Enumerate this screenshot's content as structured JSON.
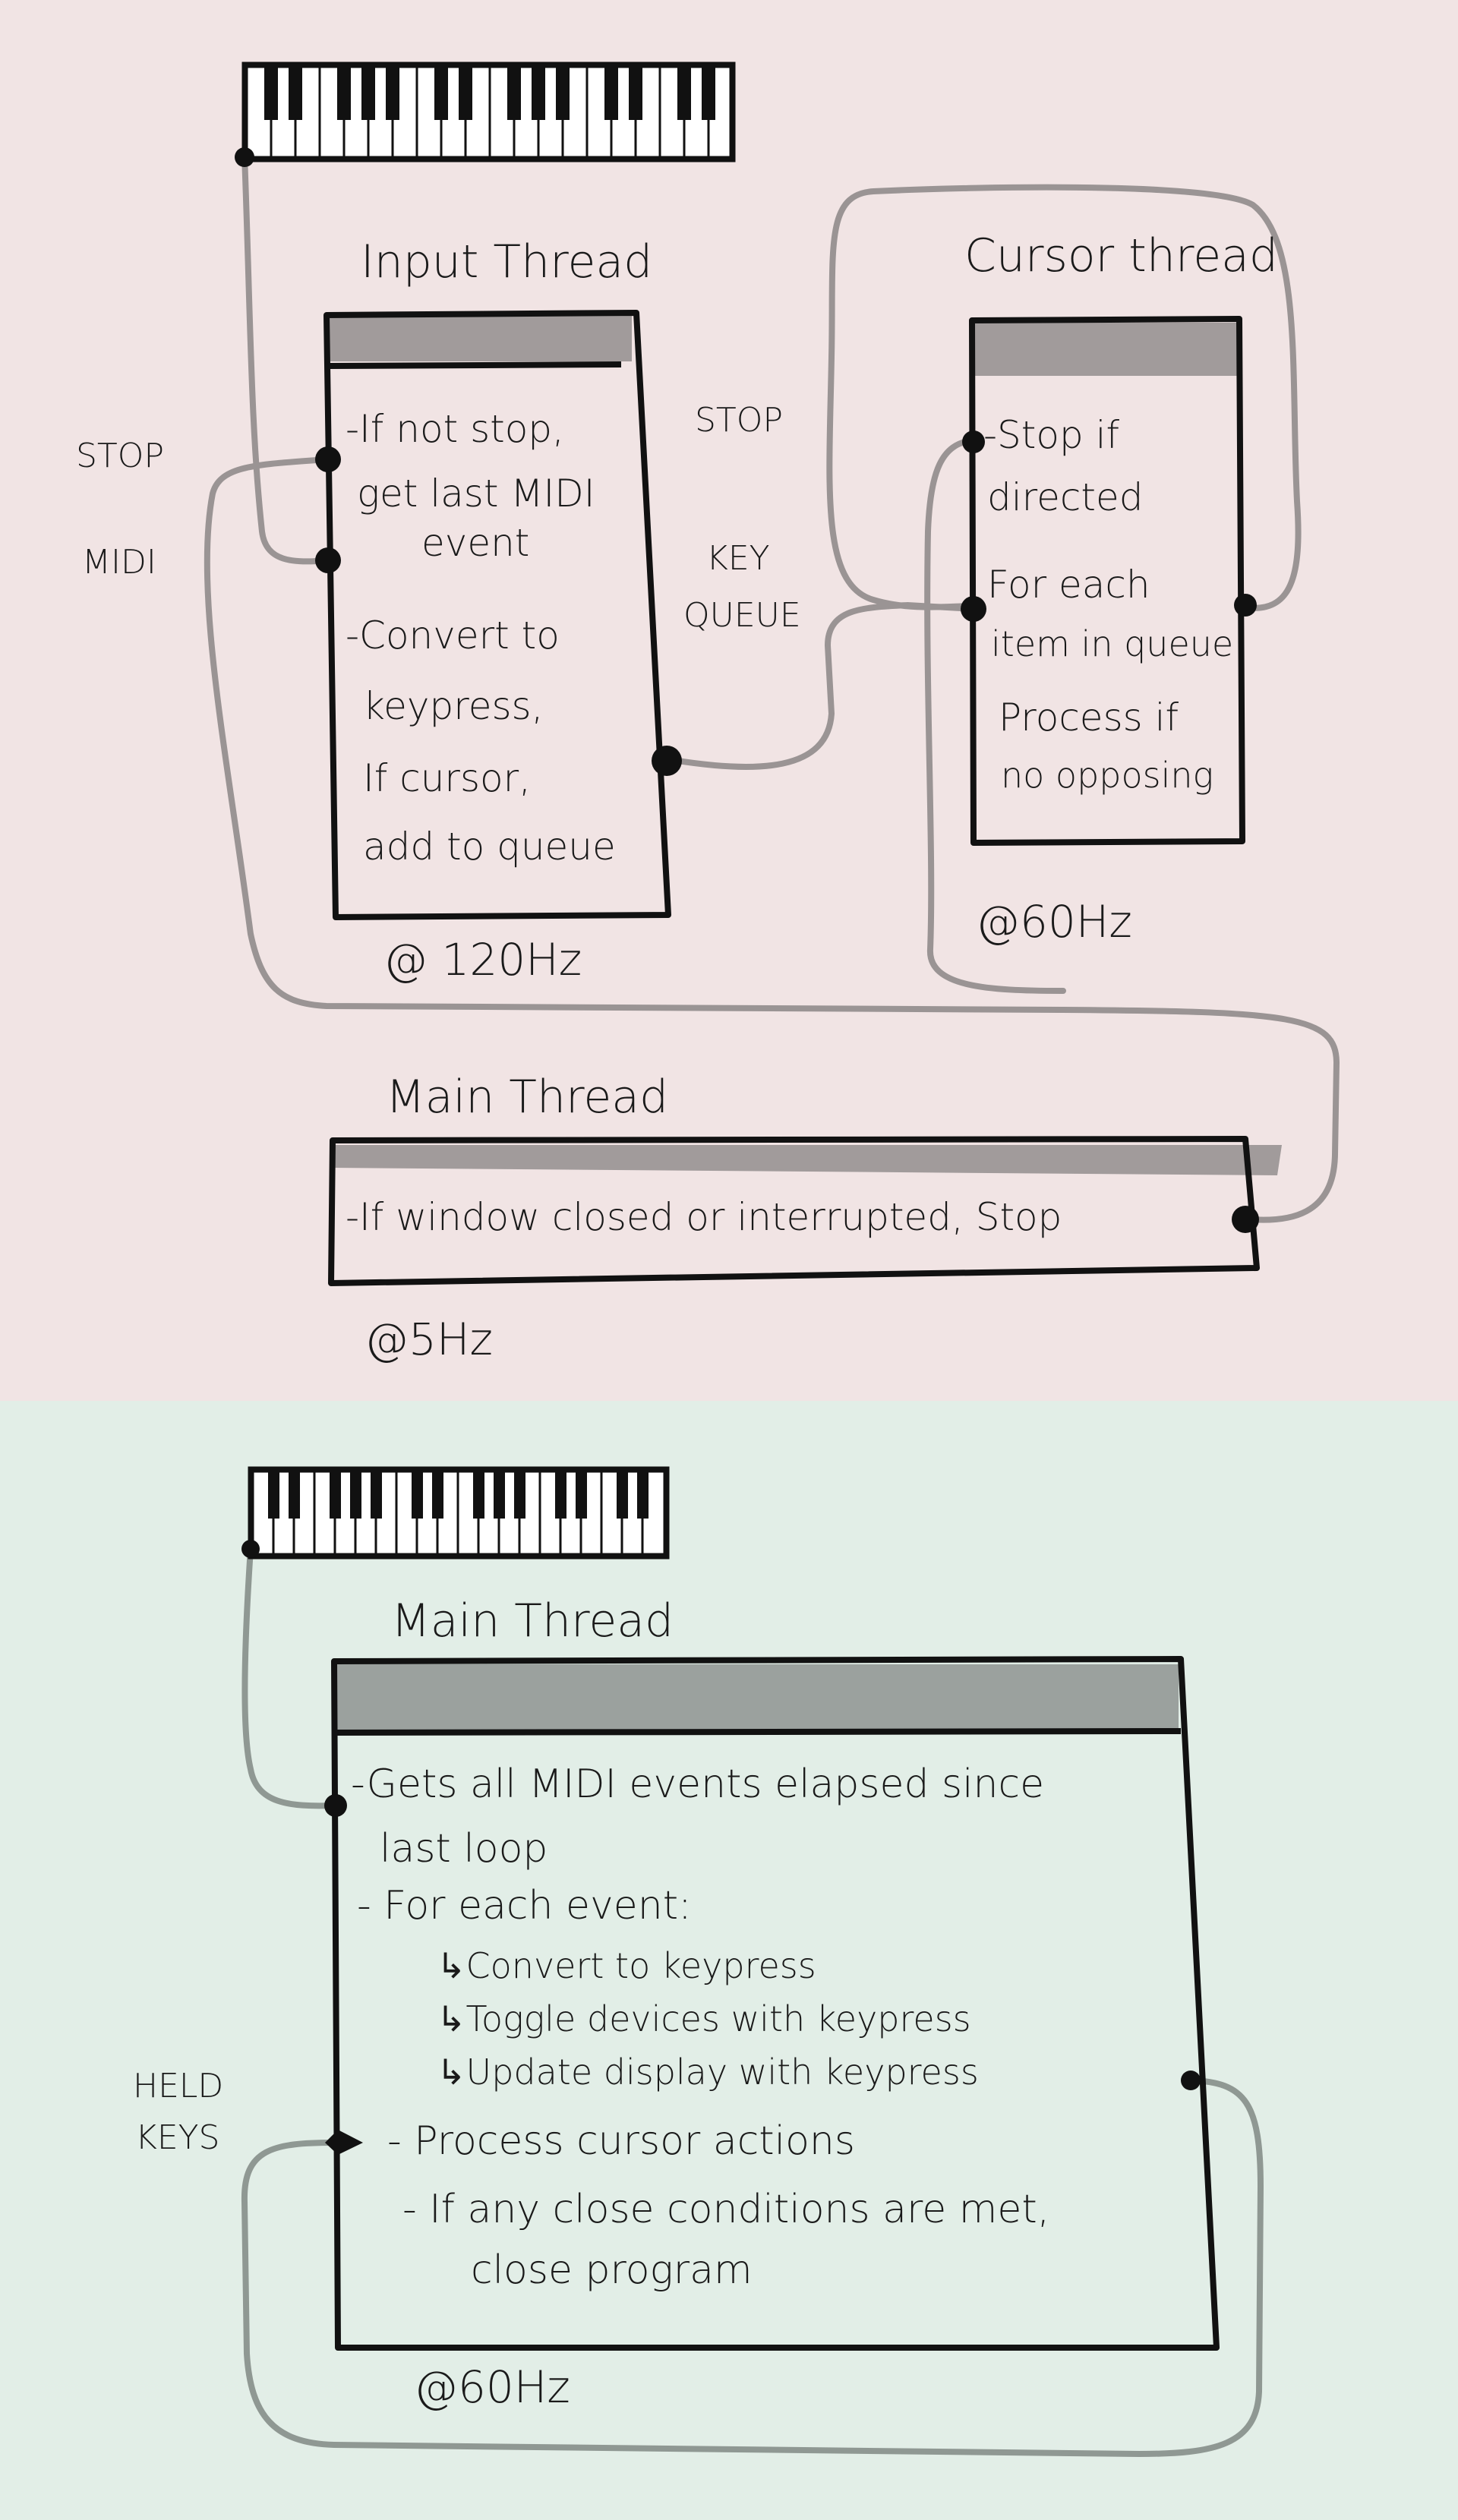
{
  "top": {
    "input_thread": {
      "title": "Input Thread",
      "lines": [
        "-If not stop,",
        "get last MIDI",
        "event",
        "-Convert to",
        "keypress,",
        "If cursor,",
        "add to queue"
      ],
      "rate": "@ 120Hz"
    },
    "cursor_thread": {
      "title": "Cursor thread",
      "lines": [
        "-Stop if",
        "directed",
        "For each",
        "item in queue",
        "Process if",
        "no opposing"
      ],
      "rate": "@60Hz"
    },
    "main_thread": {
      "title": "Main Thread",
      "lines": [
        "-If window closed or interrupted, Stop"
      ],
      "rate": "@5Hz"
    },
    "labels": {
      "stop_left": "STOP",
      "midi": "MIDI",
      "stop_mid": "STOP",
      "key": "KEY",
      "queue": "QUEUE"
    }
  },
  "bottom": {
    "main_thread": {
      "title": "Main Thread",
      "lines": [
        "-Gets all MIDI events elapsed since",
        "last loop",
        "- For each event:",
        "↳Convert to keypress",
        "↳Toggle devices with keypress",
        "↳Update display with keypress",
        "- Process cursor actions",
        "- If any close conditions are met,",
        "close program"
      ],
      "rate": "@60Hz"
    },
    "labels": {
      "held": "HELD",
      "keys": "KEYS"
    }
  },
  "colors": {
    "top_background": "#f1e4e4",
    "bottom_background": "#e2eee7",
    "wire_color": "#9a9494",
    "title_bar_top": "#a19b9b",
    "title_bar_bottom": "#9ba19e"
  }
}
